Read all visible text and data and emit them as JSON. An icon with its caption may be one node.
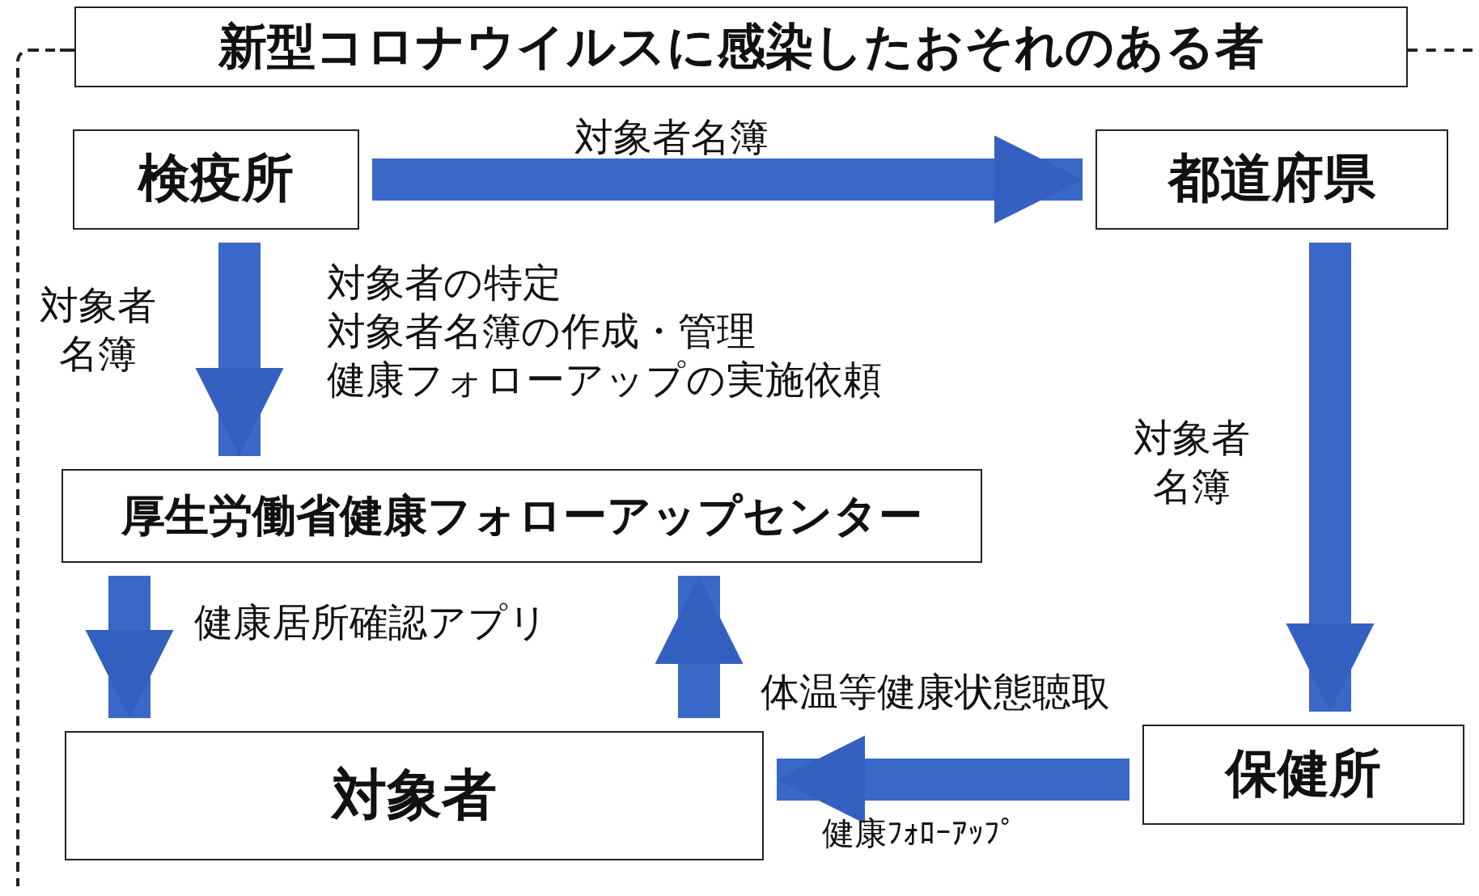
{
  "diagram": {
    "nodes": [
      {
        "text": [
          "新型コロナウイルスに感染したおそれのある者"
        ]
      },
      {
        "text": [
          "検疫所"
        ]
      },
      {
        "text": [
          "都道府県"
        ]
      },
      {
        "text": [
          "厚生労働省健康フォローアップセンター"
        ]
      },
      {
        "text": [
          "対象者"
        ]
      },
      {
        "text": [
          "保健所"
        ]
      }
    ],
    "edges": [
      {
        "from": 1,
        "to": 2,
        "arrow": "to",
        "label": "対象者名簿"
      },
      {
        "from": 1,
        "to": 3,
        "arrow": "to",
        "label": "対象者名簿"
      },
      {
        "from": 2,
        "to": 5,
        "arrow": "to",
        "label": "対象者名簿"
      },
      {
        "from": 3,
        "to": 4,
        "arrow": "to",
        "label": "健康居所確認アプリ"
      },
      {
        "from": 4,
        "to": 3,
        "arrow": "to",
        "label": "体温等健康状態聴取"
      },
      {
        "from": 5,
        "to": 4,
        "arrow": "to",
        "label": "健康ﾌｫﾛｰｱｯﾌﾟ"
      }
    ],
    "labels": [
      "対象者の特定",
      "対象者名簿の作成・管理",
      "健康フォローアップの実施依頼"
    ]
  }
}
